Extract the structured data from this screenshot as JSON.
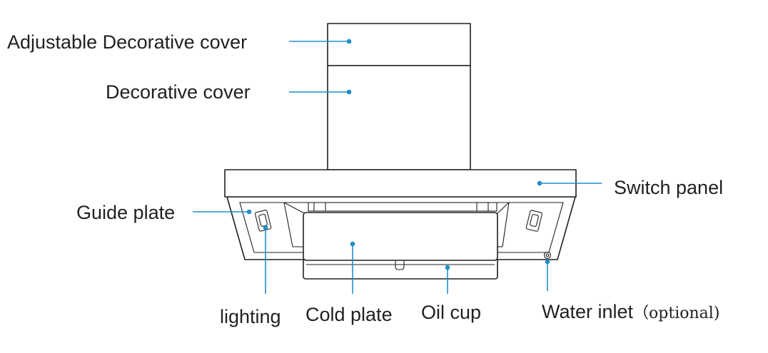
{
  "labels": {
    "adjustable_cover": "Adjustable Decorative cover",
    "decorative_cover": "Decorative cover",
    "switch_panel": "Switch panel",
    "guide_plate": "Guide plate",
    "lighting": "lighting",
    "cold_plate": "Cold plate",
    "oil_cup": "Oil cup",
    "water_inlet": "Water inlet",
    "water_inlet_note": "（optional)"
  },
  "colors": {
    "leader": "#1f8fc9",
    "outline": "#231f20",
    "text": "#231f20"
  }
}
